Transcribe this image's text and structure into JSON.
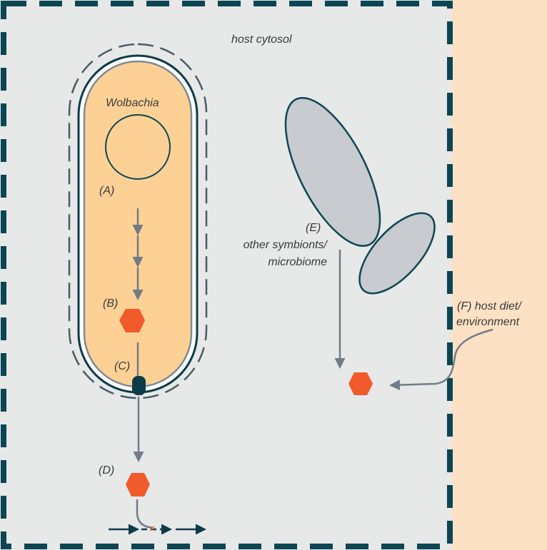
{
  "labels": {
    "host_cytosol": "host cytosol",
    "wolbachia": "Wolbachia",
    "a": "(A)",
    "b": "(B)",
    "c": "(C)",
    "d": "(D)",
    "e": "(E)",
    "e_line1": "other symbionts/",
    "e_line2": "microbiome",
    "f": "(F) host diet/",
    "f_line2": "environment",
    "blocked_mark": "×"
  },
  "colors": {
    "outside_bg": "#fde1c5",
    "cytosol_bg": "#e7e8e8",
    "cell_border": "#0c4654",
    "wolbachia_fill": "#fdd196",
    "membrane": "#0c3c48",
    "outer_dash": "#4a5b66",
    "arrow": "#707c87",
    "metabolite": "#f15a2b",
    "symbiont_fill": "#c8cbcf",
    "transporter": "#0c3c48",
    "dark_arrow": "#0c3c48"
  }
}
